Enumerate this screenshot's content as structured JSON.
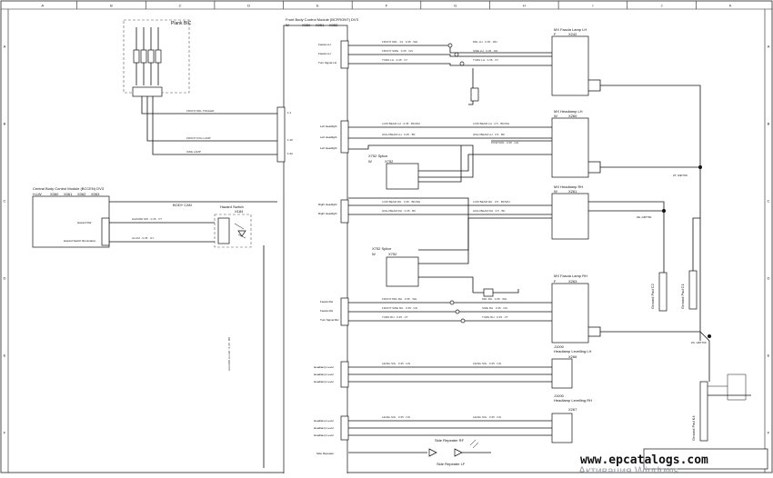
{
  "grid": {
    "columns": [
      "A",
      "B",
      "C",
      "D",
      "E",
      "F",
      "G",
      "H",
      "I",
      "J",
      "K"
    ],
    "rows": [
      "A",
      "B",
      "C",
      "D",
      "E",
      "F"
    ]
  },
  "plank_bic": {
    "title": "Plank BIC"
  },
  "fbcm": {
    "title": "Front Body Control Module (BCFRONT) DV3",
    "sub": "W",
    "connectors": [
      "X050",
      "X051",
      "X052"
    ]
  },
  "cbcm": {
    "title": "Central Body Control Module (BCCEN) DV3",
    "sub": "H,LW",
    "connectors": [
      "X060",
      "X061",
      "X062",
      "X063"
    ]
  },
  "body_can": "BODY CAN",
  "hazard": {
    "title": "Hazard Switch",
    "connector": "X184"
  },
  "lamps": {
    "fascia_lh": {
      "title": "MX Fascia Lamp LH",
      "sub": "F",
      "connector": "X242"
    },
    "headlamp_lh": {
      "title": "MX Headlamp LH",
      "sub": "W",
      "connector": "X260"
    },
    "headlamp_rh": {
      "title": "MX Headlamp RH",
      "sub": "W",
      "connector": "X261"
    },
    "fascia_rh": {
      "title": "MX Fascia Lamp RH",
      "sub": "F",
      "connector": "X263"
    },
    "leveling_lh": {
      "title": "Headlamp Levelling LH",
      "sub": "J1000",
      "connector": "X266"
    },
    "leveling_rh": {
      "title": "Headlamp Levelling RH",
      "sub": "J1000",
      "connector": "X267"
    }
  },
  "splices": {
    "x752a": {
      "title": "X752 Splice",
      "sub": "W",
      "connector": "X752"
    },
    "x752b": {
      "title": "X752 Splice",
      "sub": "W",
      "connector": "X752"
    }
  },
  "grounds": {
    "g1": "Ground Pad C2",
    "g2": "Ground Pad C1",
    "g3": "Ground Pad K4"
  },
  "side_repeaters": {
    "rf": "Side Repeater RF",
    "lf": "Side Repeater LF"
  },
  "ground_points": {
    "gp1": "ZT, G$T700",
    "gp2": "ZE, G$T700",
    "gp3": "ZC, G$T700"
  },
  "watermark": {
    "site": "www.epcatalogs.com",
    "activation": "Активация Windows"
  }
}
